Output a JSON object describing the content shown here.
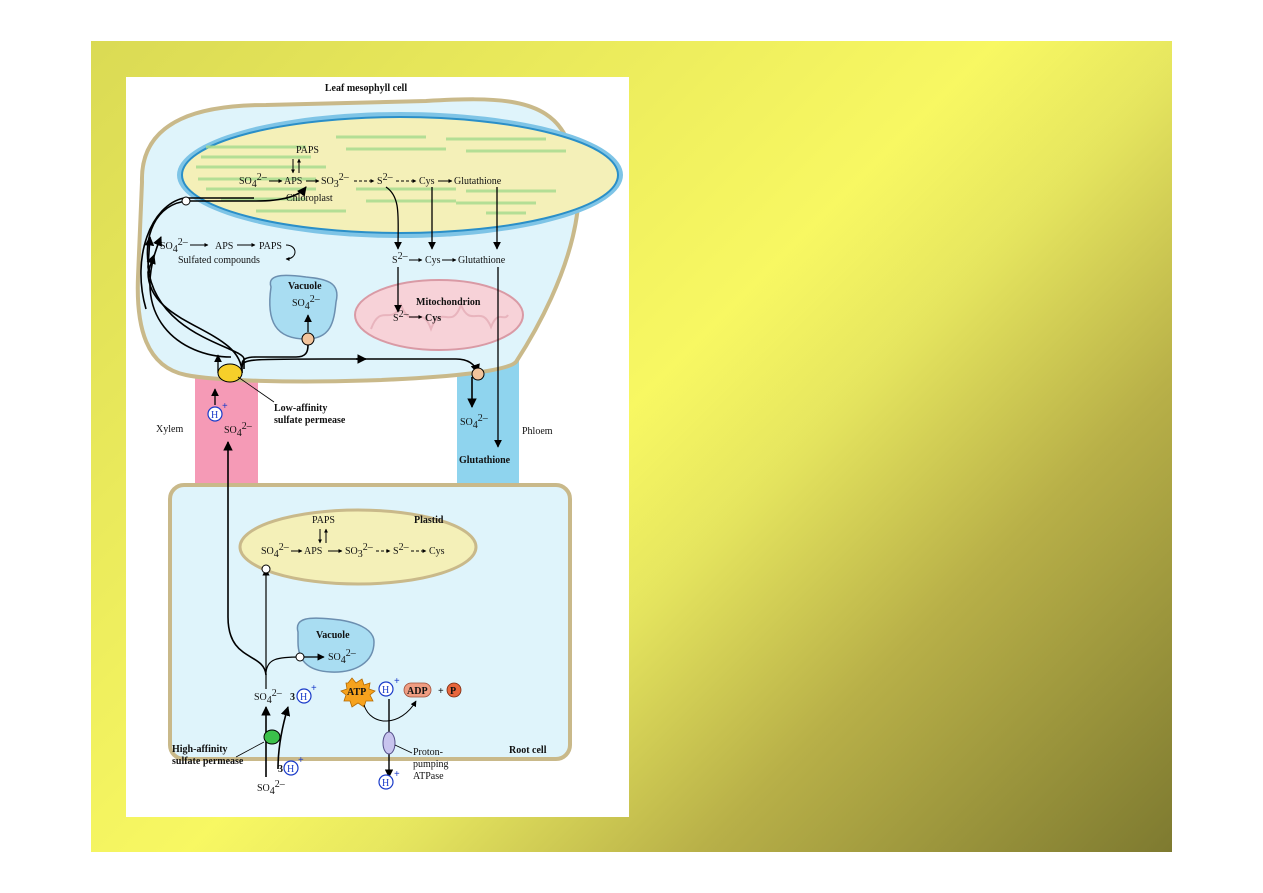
{
  "labels": {
    "leaf_cell": "Leaf mesophyll cell",
    "root_cell": "Root cell",
    "chloroplast": "Chloroplast",
    "plastid": "Plastid",
    "mitochondrion": "Mitochondrion",
    "vacuole": "Vacuole",
    "xylem": "Xylem",
    "phloem": "Phloem",
    "low_affinity_1": "Low-affinity",
    "low_affinity_2": "sulfate permease",
    "high_affinity_1": "High-affinity",
    "high_affinity_2": "sulfate permease",
    "proton_1": "Proton-",
    "proton_2": "pumping",
    "proton_3": "ATPase",
    "sulfated": "Sulfated compounds",
    "glutathione": "Glutathione",
    "cys": "Cys",
    "aps": "APS",
    "paps": "PAPS",
    "so4": "SO",
    "so3": "SO",
    "s": "S",
    "atp": "ATP",
    "adp": "ADP",
    "pi": "P",
    "h": "H",
    "three": "3",
    "plus": "+"
  },
  "colors": {
    "slide_yellow": "#ffff66",
    "slide_olive": "#7e7a30",
    "cell_fill": "#dff4fb",
    "cell_border": "#c9b98a",
    "chloroplast_fill": "#f4f0b8",
    "thylakoid": "#b8e6a0",
    "mito_fill": "#f7d2d8",
    "vacuole_fill": "#a9ddf2",
    "xylem": "#f59ab6",
    "phloem": "#8fd4ee",
    "permease_low": "#f6cf2a",
    "permease_high": "#3bc14a",
    "transporter": "#f2c49c",
    "atpase": "#c8c4ee",
    "atp": "#f6a21d",
    "adp": "#ef9d82",
    "pi": "#e8663c"
  }
}
